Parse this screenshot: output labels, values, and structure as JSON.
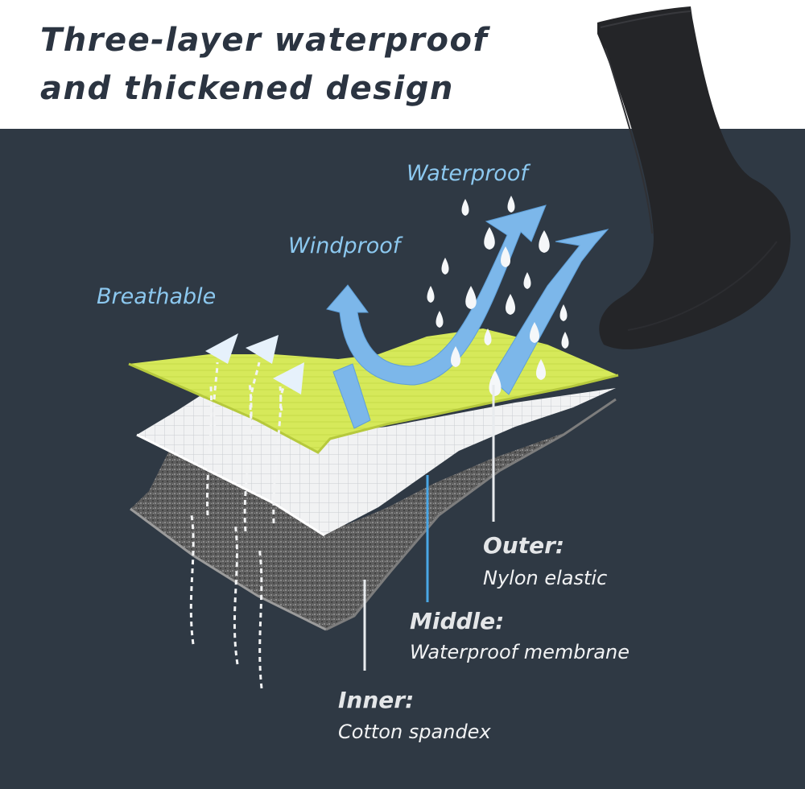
{
  "header": {
    "title_line1": "Three-layer waterproof",
    "title_line2": "and thickened design"
  },
  "benefits": {
    "waterproof": "Waterproof",
    "windproof": "Windproof",
    "breathable": "Breathable"
  },
  "layers": {
    "outer": {
      "name": "Outer:",
      "material": "Nylon elastic"
    },
    "middle": {
      "name": "Middle:",
      "material": "Waterproof membrane"
    },
    "inner": {
      "name": "Inner:",
      "material": "Cotton spandex"
    }
  },
  "colors": {
    "header_bg": "#ffffff",
    "title": "#2b3441",
    "panel_bg": "#2f3944",
    "outer_fabric": "#d7ea5a",
    "middle_fabric": "#f2f3f4",
    "inner_fabric": "#6e6e6e",
    "benefit_text": "#8cc8ef",
    "wind_arrow": "#7cb7ea",
    "water_drop": "#f5f7f9",
    "sock": "#222326"
  },
  "icons": {
    "water": "water-drop-icon",
    "wind": "wind-arrow-icon",
    "breath": "breathable-arrow-icon"
  }
}
